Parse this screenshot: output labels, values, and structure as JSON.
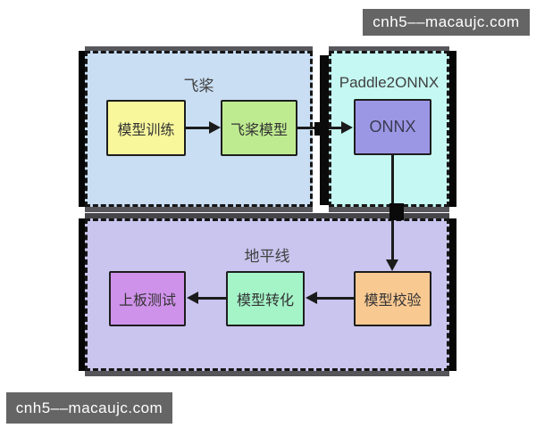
{
  "watermarks": {
    "top": "cnh5––macaujc.com",
    "bottom": "cnh5––macaujc.com"
  },
  "diagram": {
    "paddle_group": {
      "title": "飞桨",
      "train_node": "模型训练",
      "model_node": "飞桨模型"
    },
    "paddle2onnx_group": {
      "title": "Paddle2ONNX",
      "onnx_node": "ONNX"
    },
    "horizon_group": {
      "title": "地平线",
      "verify_node": "模型校验",
      "convert_node": "模型转化",
      "board_test_node": "上板测试"
    }
  },
  "colors": {
    "watermark_bg": "#656565",
    "paddle_group_bg": "#c9def3",
    "paddle2onnx_group_bg": "#c5f8f2",
    "horizon_group_bg": "#c9c5ee",
    "train_node_bg": "#f8f79c",
    "paddle_model_node_bg": "#bfeb90",
    "onnx_node_bg": "#9c97e5",
    "verify_node_bg": "#f9c992",
    "convert_node_bg": "#a4f4c8",
    "board_test_node_bg": "#cf92ea",
    "arrow": "#1b1b1b"
  }
}
